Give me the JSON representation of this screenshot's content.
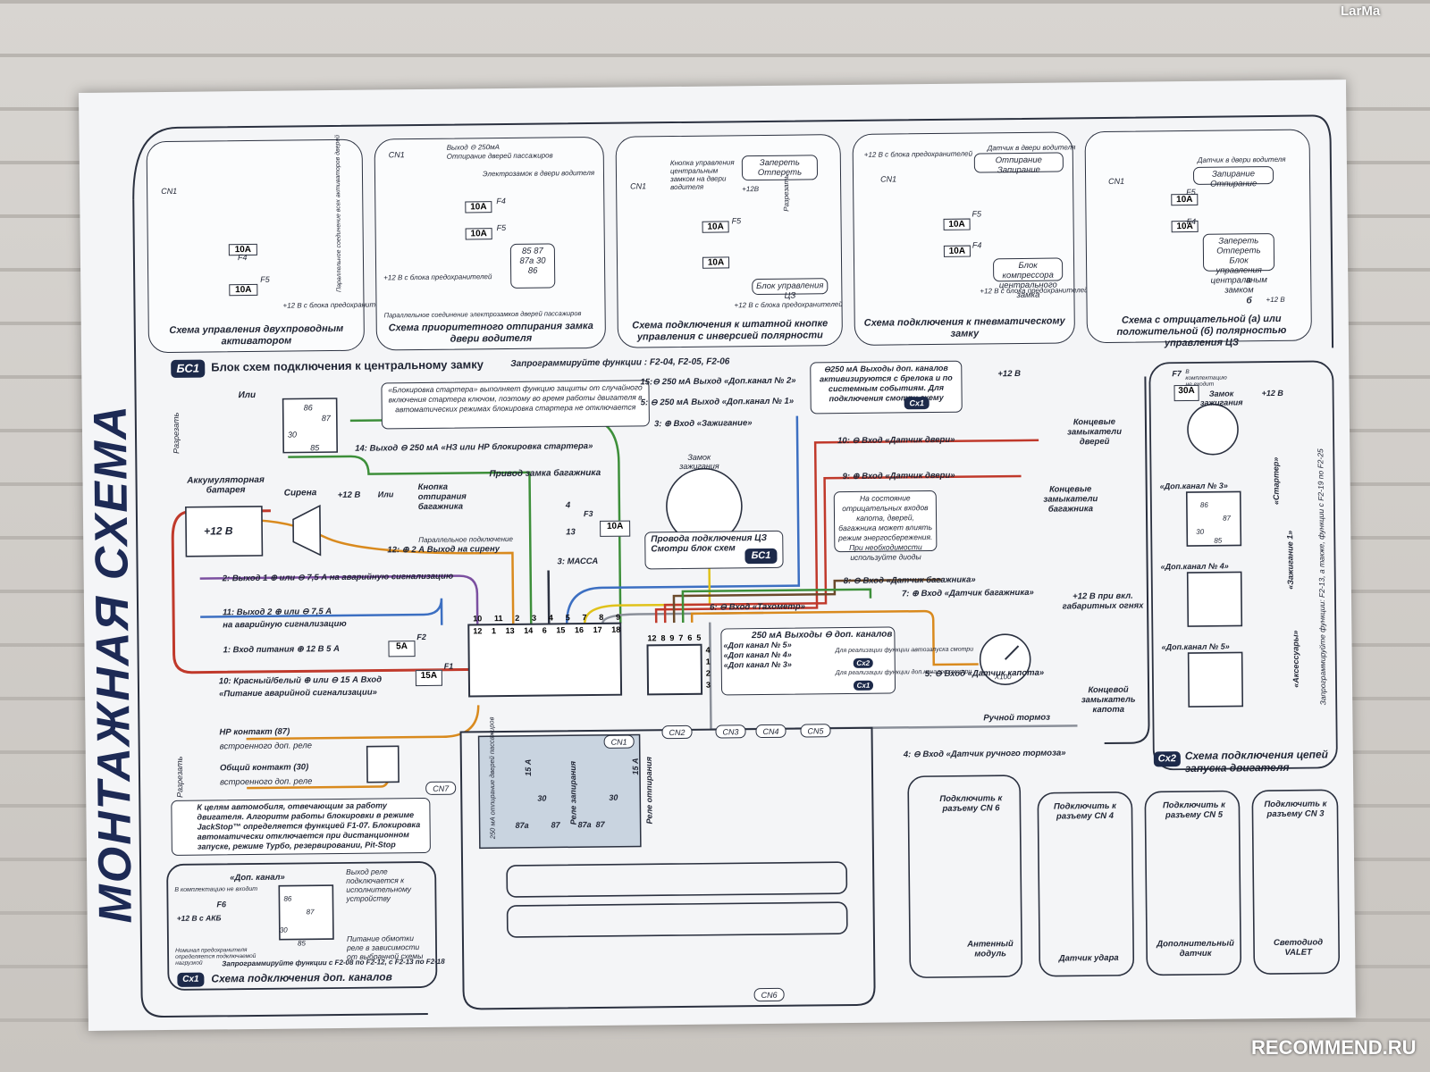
{
  "watermark_top": "LarMa",
  "watermark_bottom": "RECOMMEND.RU",
  "main_title": "МОНТАЖНАЯ СХЕМА",
  "bs1": {
    "tag": "БС1",
    "title": "Блок схем подключения к центральному замку",
    "program": "Запрограммируйте функции : F2-04, F2-05, F2-06",
    "diagrams": [
      {
        "caption": "Схема управления двухпроводным активатором",
        "cn": "CN1",
        "f4": "F4",
        "f5": "F5",
        "fuse": "10A",
        "plus12": "+12 В с блока предохранителей",
        "parallel": "Параллельное соединение всех активаторов дверей"
      },
      {
        "caption": "Схема приоритетного отпирания замка двери водителя",
        "cn": "CN1",
        "out": "Выход ⊖ 250мА",
        "unlock": "Отпирание дверей пассажиров",
        "lock": "Электрозамок в двери водителя",
        "f4": "F4",
        "f5": "F5",
        "fuse": "10A",
        "r85": "85",
        "r87": "87",
        "r87a": "87а",
        "r30": "30",
        "r86": "86",
        "plus12": "+12 В с блока предохранителей",
        "parallel": "Параллельное соединение электрозамков дверей пассажиров"
      },
      {
        "caption": "Схема подключения к штатной кнопке управления с инверсией полярности",
        "cn": "CN1",
        "button": "Кнопка управления центральным замком на двери водителя",
        "zaperet": "Запереть",
        "otperet": "Отпереть",
        "plus12b": "+12В",
        "f5": "F5",
        "fuse": "10A",
        "cut": "Разрезать",
        "block": "Блок управления ЦЗ",
        "plus12": "+12 В с блока предохранителей"
      },
      {
        "caption": "Схема подключения к пневматическому замку",
        "cn": "CN1",
        "plus12": "+12 В с блока предохранителей",
        "sensor": "Датчик в двери водителя",
        "otpir": "Отпирание",
        "zapir": "Запирание",
        "f5": "F5",
        "f4": "F4",
        "fuse": "10A",
        "compressor": "Блок компрессора центрального замка",
        "plus12b": "+12 В с блока предохранителей"
      },
      {
        "caption": "Схема с отрицательной (а) или положительной (б) полярностью управления ЦЗ",
        "cn": "CN1",
        "sensor": "Датчик в двери водителя",
        "zapir": "Запирание",
        "otpir": "Отпирание",
        "f5": "F5",
        "f4": "F4",
        "fuse": "10A",
        "zaperet": "Запереть",
        "otperet": "Отперeть",
        "block": "Блок управления центральным замком",
        "a": "а",
        "b": "б",
        "plus12": "+12 В"
      }
    ]
  },
  "starter_block": {
    "ili": "Или",
    "cut": "Разрезать",
    "r86": "86",
    "r87": "87",
    "r30": "30",
    "r85": "85",
    "note": "«Блокировка стартера» выполняет функцию защиты от случайного включения стартера ключом, поэтому во время работы двигателя в автоматических режимах блокировка стартера не отключается"
  },
  "wires": {
    "w15": "15:⊖ 250 мА Выход «Доп.канал № 2»",
    "w5": "5: ⊖ 250 мА Выход «Доп.канал № 1»",
    "w3": "3: ⊕ Вход «Зажигание»",
    "w14": "14: Выход ⊖ 250 мА «НЗ или НР блокировка стартера»",
    "w12": "12: ⊕ 2 А Выход на сирену",
    "w3m": "3: МАССА",
    "w2": "2: Выход 1 ⊕ или ⊖ 7,5 А на аварийную сигнализацию",
    "w11a": "11: Выход 2 ⊕ или ⊖ 7,5 А",
    "w11b": "на аварийную сигнализацию",
    "w1": "1: Вход питания ⊕ 12 В 5 А",
    "w10a": "10: Красный/белый ⊕ или ⊖ 15 А Вход",
    "w10b": "«Питание аварийной сигнализации»",
    "w10d": "10: ⊖ Вход «Датчик двери»",
    "w9d": "9: ⊕ Вход «Датчик двери»",
    "w8": "8: ⊖ Вход «Датчик багажника»",
    "w7": "7: ⊕ Вход «Датчик багажника»",
    "w6": "6: ⊖ Вход «Тахометр»",
    "w5h": "5: ⊖ Вход «Датчик капота»",
    "w4": "4: ⊖ Вход «Датчик ручного тормоза»"
  },
  "labels": {
    "battery": "Аккумуляторная батарея",
    "battery_v": "+12 В",
    "siren": "Сирена",
    "plus12": "+12 В",
    "trunk_button": "Кнопка отпирания багажника",
    "trunk_drive": "Привод замка багажника",
    "parallel": "Параллельное подключение",
    "ignition": "Замок зажигания",
    "cz_wires": "Провода подключения ЦЗ",
    "cz_see": "Смотри блок схем",
    "cz_tag": "БС1",
    "ch_250": "⊖250 мА Выходы доп. каналов активизируются с брелока и по системным событиям. Для подключения смотри схему",
    "ch_tag": "Сх1",
    "door_sw": "Концевые замыкатели дверей",
    "trunk_sw": "Концевые замыкатели багажника",
    "hood_sw": "Концевой замыкатель капота",
    "diodes_note": "На состояние отрицательных входов капота, дверей, багажника может влиять режим энергосбережения. При необходимости используйте диоды",
    "gabarit": "+12 В при вкл. габаритных огнях",
    "x100": "X100",
    "handbrake": "Ручной тормоз",
    "fuse_f2": "F2",
    "fuse_f2v": "5A",
    "fuse_f1": "F1",
    "fuse_f1v": "15A",
    "fuse_f3": "F3",
    "fuse_f3v": "10A",
    "ili": "Или",
    "num4": "4",
    "num13": "13"
  },
  "extra_ch": {
    "title": "250 мА Выходы ⊖ доп. каналов",
    "k5": "«Доп канал № 5»",
    "k4": "«Доп канал № 4»",
    "k3": "«Доп канал № 3»",
    "note1": "Для реализации функции автозапуска смотри",
    "note2": "Для реализации функции доп.каналов смотри",
    "tag2": "Сх2",
    "tag1": "Сх1"
  },
  "connector": {
    "pins_top": [
      "10",
      "11",
      "2",
      "3",
      "4",
      "5",
      "7",
      "8",
      "9"
    ],
    "pins_bot": [
      "12",
      "1",
      "13",
      "14",
      "6",
      "15",
      "16",
      "17",
      "18"
    ],
    "pins_right": [
      "12",
      "8",
      "9",
      "7",
      "6",
      "5"
    ],
    "right_side": [
      "4",
      "1",
      "2",
      "3"
    ],
    "cn": [
      "CN1",
      "CN2",
      "CN3",
      "CN4",
      "CN5",
      "CN6",
      "CN7"
    ],
    "relay_left": "250 мА отпирание дверей пассажиров",
    "relay_a": "Реле запирания",
    "relay_b": "Реле отпирания",
    "r15a": "15 А",
    "r30": "30",
    "r87": "87",
    "r87a": "87а"
  },
  "relay_block": {
    "nr": "НР контакт (87)",
    "nr2": "встроенного доп. реле",
    "common": "Общий контакт (30)",
    "common2": "встроенного доп. реле",
    "cut": "Разрезать",
    "note": "К целям автомобиля, отвечающим за работу двигателя. Алгоритм работы блокировки в режиме JackStop™ определяется функцией F1-07. Блокировка автоматически отключается при дистанционном запуске, режиме Турбо, резервировании, Pit-Stop"
  },
  "cx1": {
    "tag": "Сх1",
    "title": "Схема подключения доп. каналов",
    "dop": "«Доп. канал»",
    "out": "Выход реле подключается к исполнительному устройству",
    "power": "Питание обмотки реле в зависимости от выбранной схемы",
    "f6": "F6",
    "not_incl": "В комплектацию не входит",
    "akb": "+12 В с АКБ",
    "fuse_note": "Номинал предохранителя определяется подключаемой нагрузкой",
    "program": "Запрограммируйте функции с F2-08 по F2-12, с F2-13 по F2-18",
    "r86": "86",
    "r87": "87",
    "r30": "30",
    "r85": "85"
  },
  "cx2": {
    "tag": "Сх2",
    "title": "Схема подключения цепей запуска двигателя",
    "f7": "F7",
    "not_incl": "В комплектацию не входит",
    "fuse": "30A",
    "ign": "Замок зажигания",
    "plus12": "+12 В",
    "k3": "«Доп.канал № 3»",
    "k4": "«Доп.канал № 4»",
    "k5": "«Доп.канал № 5»",
    "starter": "«Стартер»",
    "ign1": "«Зажигание 1»",
    "acc": "«Аксессуары»",
    "side": "Запрограммируйте функции: F2-13, а также, функции с F2-19 по F2-25",
    "r86": "86",
    "r87": "87",
    "r30": "30",
    "r85": "85"
  },
  "modules": [
    {
      "head": "Подключить к разъему CN 6",
      "foot": "Антенный модуль"
    },
    {
      "head": "Подключить к разъему CN 4",
      "foot": "Датчик удара"
    },
    {
      "head": "Подключить к разъему CN 5",
      "foot": "Дополнительный датчик"
    },
    {
      "head": "Подключить к разъему CN 3",
      "foot": "Светодиод VALET"
    }
  ],
  "colors": {
    "navy": "#1d2a4a",
    "red": "#c0392b",
    "orange": "#d98a1e",
    "yellow": "#e0c21a",
    "green": "#3d8f3a",
    "blue": "#3c6fc2",
    "gray": "#8a8f99"
  }
}
